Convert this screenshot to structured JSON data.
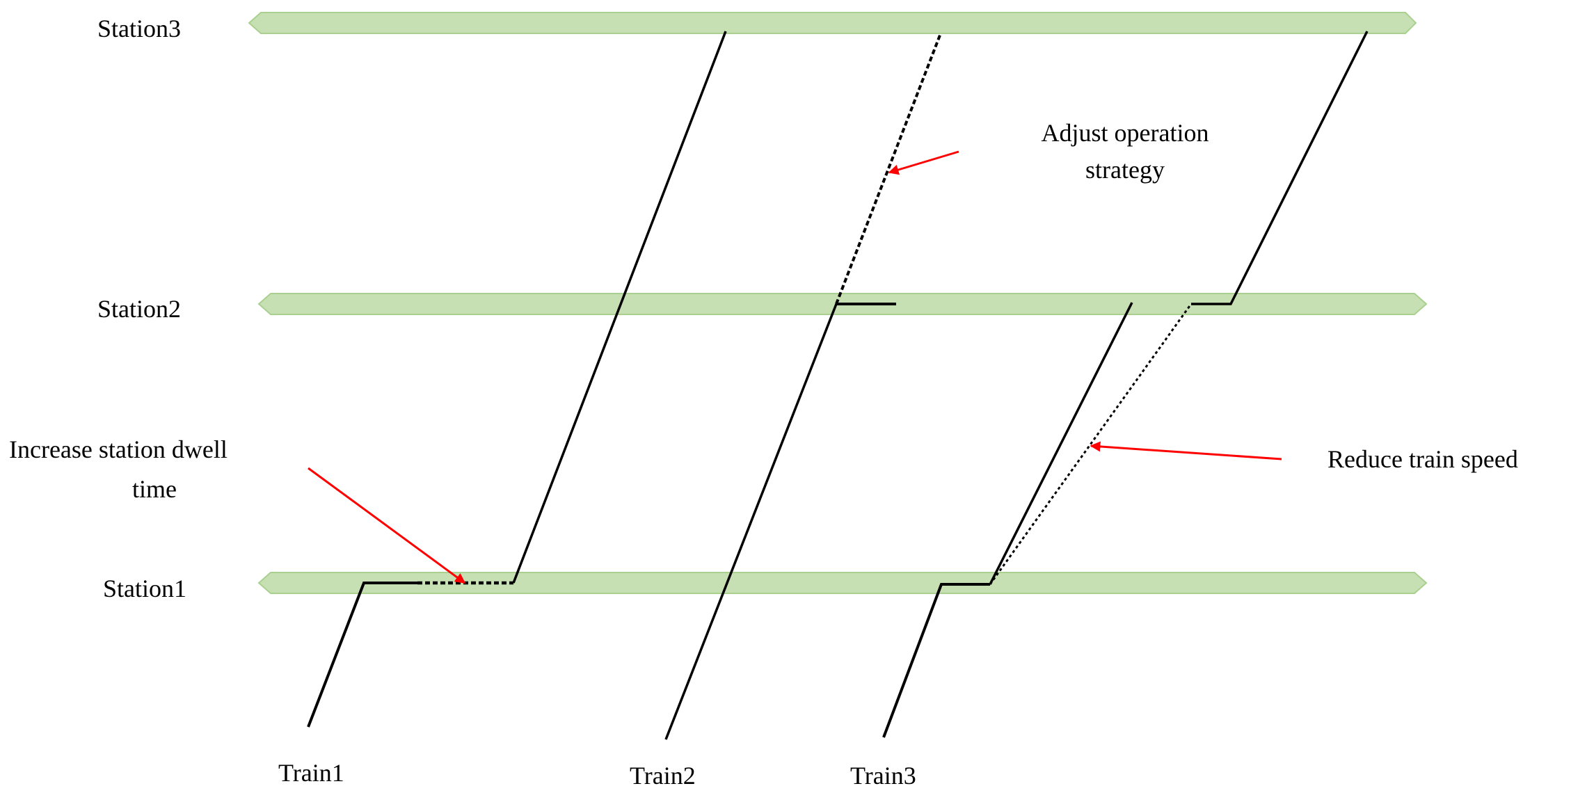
{
  "stations": [
    {
      "label": "Station3"
    },
    {
      "label": "Station2"
    },
    {
      "label": "Station1"
    }
  ],
  "trains": [
    {
      "label": "Train1"
    },
    {
      "label": "Train2"
    },
    {
      "label": "Train3"
    }
  ],
  "annotations": {
    "adjust_strategy": {
      "line1": "Adjust operation",
      "line2": "strategy"
    },
    "dwell_time": {
      "line1": "Increase station dwell",
      "line2": "time"
    },
    "reduce_speed": {
      "line1": "Reduce train speed"
    }
  },
  "colors": {
    "track_fill": "#c6e0b4",
    "track_stroke": "#a9d08e",
    "train_path": "#000000",
    "arrow": "#ff0000"
  }
}
